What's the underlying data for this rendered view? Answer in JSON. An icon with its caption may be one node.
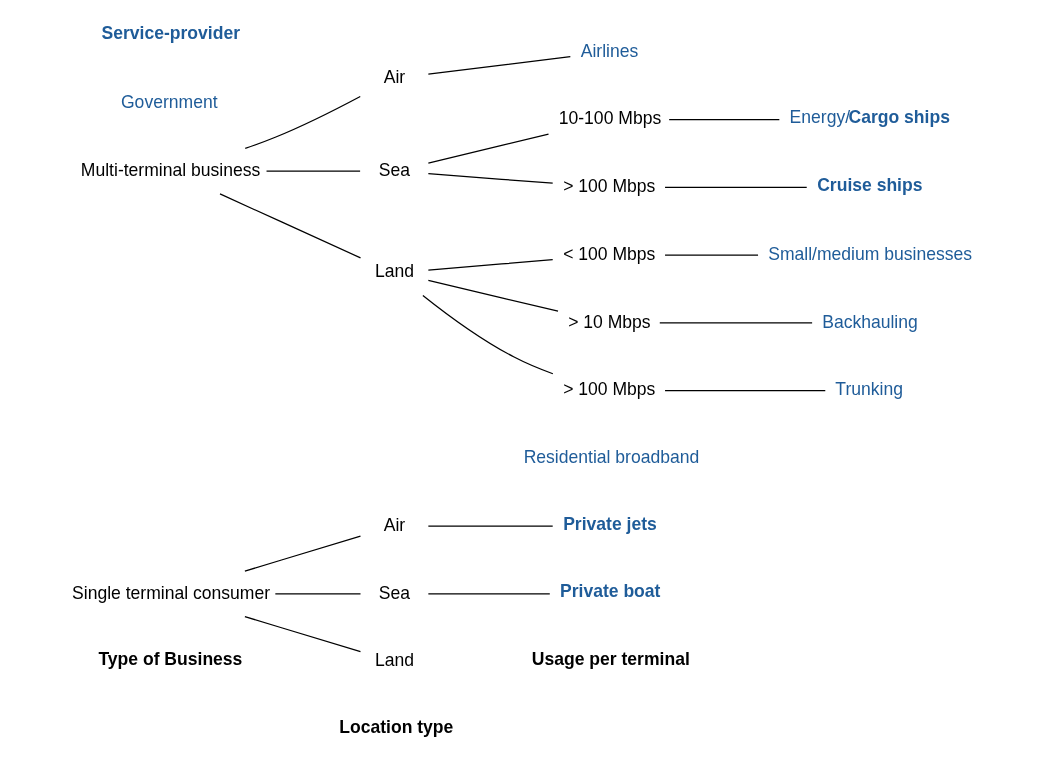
{
  "diagram": {
    "nodes": [
      {
        "text": [
          "Single terminal consumer"
        ]
      },
      {
        "text": [
          "Air"
        ]
      },
      {
        "text": [
          "Sea"
        ]
      },
      {
        "text": [
          "Land"
        ]
      },
      {
        "text": [
          "Private jets"
        ]
      },
      {
        "text": [
          "Private boat"
        ]
      },
      {
        "text": [
          "Residential broadband"
        ]
      },
      {
        "text": [
          "Multi-terminal business"
        ]
      },
      {
        "text": [
          "Air"
        ]
      },
      {
        "text": [
          "Airlines"
        ]
      },
      {
        "text": [
          "Sea"
        ]
      },
      {
        "text": [
          "10-100 Mbps"
        ]
      },
      {
        "text": [
          "Energy/**Cargo ships**"
        ]
      },
      {
        "text": [
          "> 100 Mbps"
        ]
      },
      {
        "text": [
          "Cruise ships"
        ]
      },
      {
        "text": [
          "Land"
        ]
      },
      {
        "text": [
          "< 100 Mbps"
        ]
      },
      {
        "text": [
          "Small/medium businesses"
        ]
      },
      {
        "text": [
          "> 10 Mbps"
        ]
      },
      {
        "text": [
          "Backhauling"
        ]
      },
      {
        "text": [
          "> 100 Mbps"
        ]
      },
      {
        "text": [
          "Trunking"
        ]
      },
      {
        "text": [
          "Government"
        ]
      },
      {
        "text": [
          "Service-provider"
        ]
      }
    ],
    "edges": [
      {
        "from": 0,
        "to": 1,
        "arrow": "none"
      },
      {
        "from": 0,
        "to": 2,
        "arrow": "none"
      },
      {
        "from": 0,
        "to": 3,
        "arrow": "none"
      },
      {
        "from": 1,
        "to": 4,
        "arrow": "none"
      },
      {
        "from": 2,
        "to": 5,
        "arrow": "none"
      },
      {
        "from": 7,
        "to": 8,
        "arrow": "none"
      },
      {
        "from": 7,
        "to": 10,
        "arrow": "none"
      },
      {
        "from": 7,
        "to": 15,
        "arrow": "none"
      },
      {
        "from": 8,
        "to": 9,
        "arrow": "none"
      },
      {
        "from": 10,
        "to": 11,
        "arrow": "none"
      },
      {
        "from": 10,
        "to": 13,
        "arrow": "none"
      },
      {
        "from": 11,
        "to": 12,
        "arrow": "none"
      },
      {
        "from": 13,
        "to": 14,
        "arrow": "none"
      },
      {
        "from": 15,
        "to": 16,
        "arrow": "none"
      },
      {
        "from": 15,
        "to": 18,
        "arrow": "none"
      },
      {
        "from": 15,
        "to": 20,
        "arrow": "none"
      },
      {
        "from": 16,
        "to": 17,
        "arrow": "none"
      },
      {
        "from": 18,
        "to": 19,
        "arrow": "none"
      },
      {
        "from": 20,
        "to": 21,
        "arrow": "none"
      }
    ],
    "labels": [
      "Type of Business",
      "Location type",
      "Usage per terminal"
    ]
  }
}
